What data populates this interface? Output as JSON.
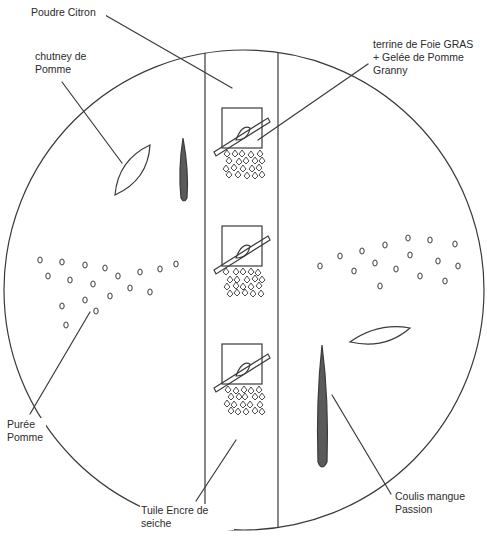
{
  "diagram": {
    "labels": [
      "Poudre Citron",
      "chutney de Pomme",
      "terrine de Foie GRAS + Gelée de Pomme Granny",
      "Purée Pomme",
      "Coulis mangue Passion",
      "Tuile Encre de seiche"
    ]
  }
}
